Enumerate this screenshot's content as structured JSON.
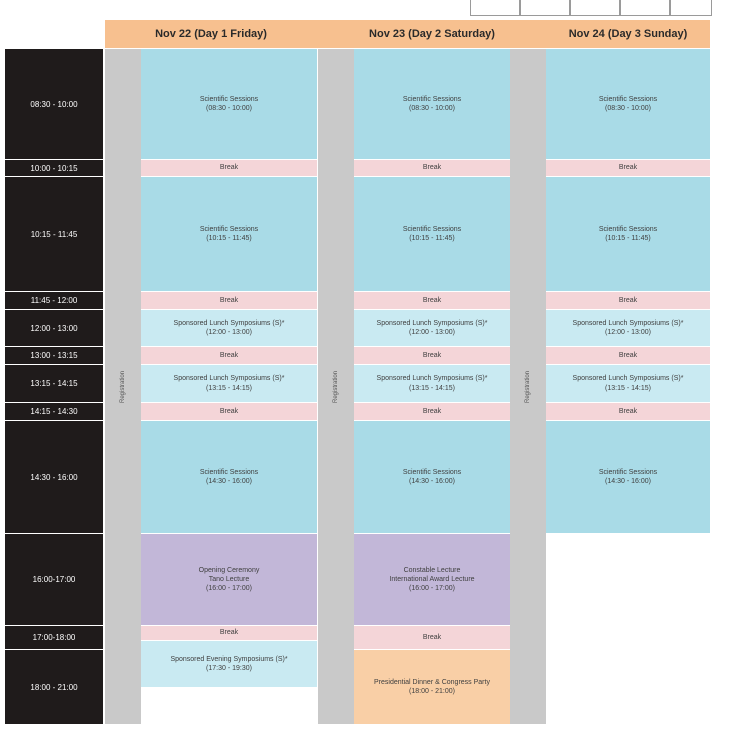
{
  "days": [
    "Nov 22 (Day 1 Friday)",
    "Nov 23 (Day 2 Saturday)",
    "Nov 24 (Day 3 Sunday)"
  ],
  "registration_label": "Registration",
  "times": [
    "08:30 - 10:00",
    "10:00 - 10:15",
    "10:15 - 11:45",
    "11:45 - 12:00",
    "12:00 - 13:00",
    "13:00 - 13:15",
    "13:15 - 14:15",
    "14:15 - 14:30",
    "14:30 - 16:00",
    "16:00-17:00",
    "17:00-18:00",
    "18:00 - 21:00"
  ],
  "day1": {
    "s1": [
      "Scientific Sessions",
      "(08:30 - 10:00)"
    ],
    "b1": "Break",
    "s2": [
      "Scientific Sessions",
      "(10:15 - 11:45)"
    ],
    "b2": "Break",
    "l1": [
      "Sponsored Lunch Symposiums (S)*",
      "(12:00 - 13:00)"
    ],
    "b3": "Break",
    "l2": [
      "Sponsored Lunch Symposiums (S)*",
      "(13:15 - 14:15)"
    ],
    "b4": "Break",
    "s3": [
      "Scientific Sessions",
      "(14:30 - 16:00)"
    ],
    "ceremony": [
      "Opening Ceremony",
      "Tano Lecture",
      "(16:00 - 17:00)"
    ],
    "b5": "Break",
    "evening": [
      "Sponsored Evening Symposiums (S)*",
      "(17:30 - 19:30)"
    ]
  },
  "day2": {
    "s1": [
      "Scientific Sessions",
      "(08:30 - 10:00)"
    ],
    "b1": "Break",
    "s2": [
      "Scientific Sessions",
      "(10:15 - 11:45)"
    ],
    "b2": "Break",
    "l1": [
      "Sponsored Lunch Symposiums (S)*",
      "(12:00 - 13:00)"
    ],
    "b3": "Break",
    "l2": [
      "Sponsored Lunch Symposiums (S)*",
      "(13:15 - 14:15)"
    ],
    "b4": "Break",
    "s3": [
      "Scientific Sessions",
      "(14:30 - 16:00)"
    ],
    "lecture": [
      "Constable Lecture",
      "International Award Lecture",
      "(16:00 - 17:00)"
    ],
    "b5": "Break",
    "dinner": [
      "Presidential Dinner & Congress Party",
      "(18:00 - 21:00)"
    ]
  },
  "day3": {
    "s1": [
      "Scientific Sessions",
      "(08:30 - 10:00)"
    ],
    "b1": "Break",
    "s2": [
      "Scientific Sessions",
      "(10:15 - 11:45)"
    ],
    "b2": "Break",
    "l1": [
      "Sponsored Lunch Symposiums (S)*",
      "(12:00 - 13:00)"
    ],
    "b3": "Break",
    "l2": [
      "Sponsored Lunch Symposiums (S)*",
      "(13:15 - 14:15)"
    ],
    "b4": "Break",
    "s3": [
      "Scientific Sessions",
      "(14:30 - 16:00)"
    ]
  },
  "colors": {
    "header": "#f7c08f",
    "time_column": "#1f1b1b",
    "registration": "#c9c9c9",
    "session": "#a9dbe7",
    "lunch": "#c9eaf2",
    "break": "#f4d5d8",
    "ceremony": "#c2b7d8",
    "dinner": "#f9cfa6"
  }
}
